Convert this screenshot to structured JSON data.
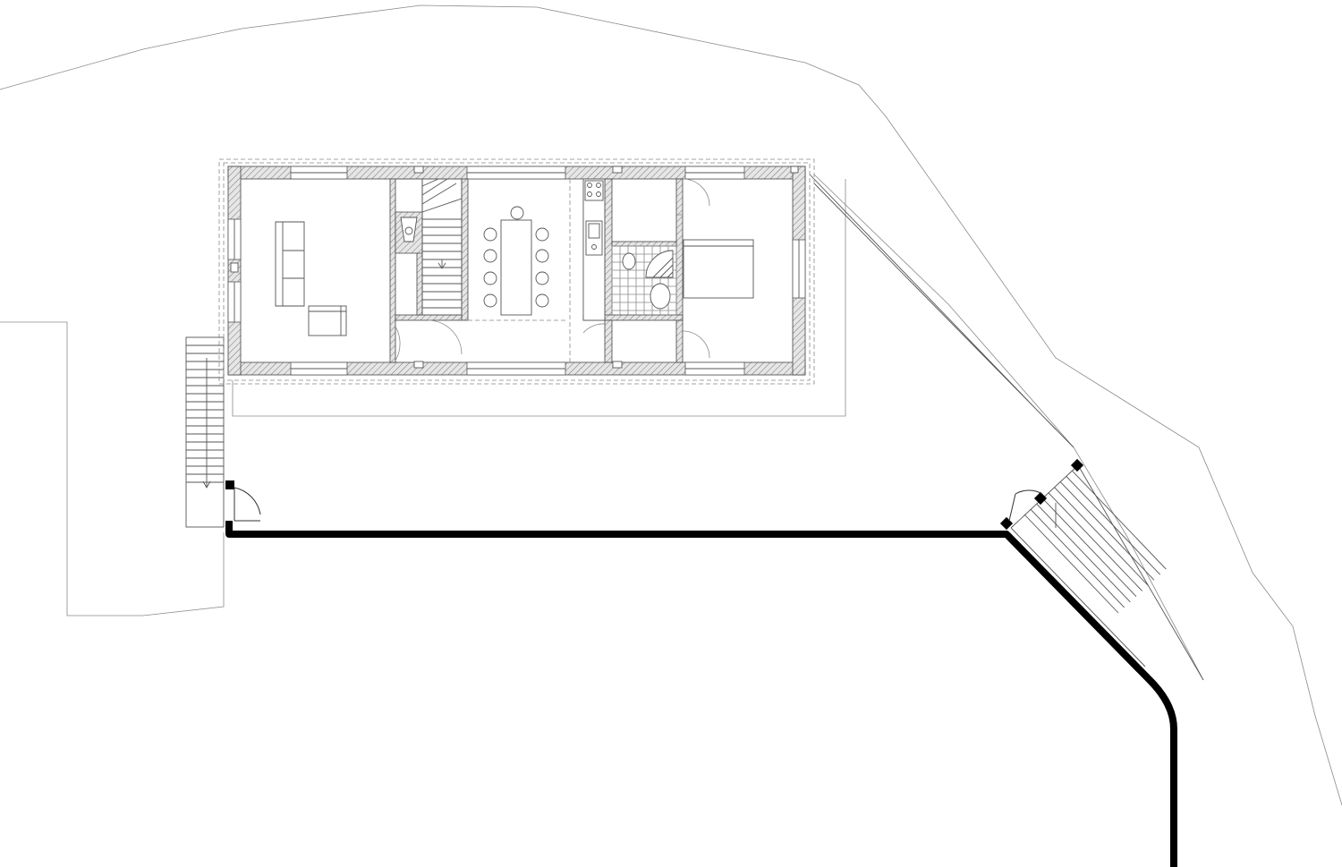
{
  "drawing": {
    "kind": "architectural floor plan",
    "line_color": "#000000",
    "background": "#ffffff",
    "rooms": [
      {
        "name": "living-room",
        "furniture": [
          "sofa",
          "armchair",
          "fireplace"
        ]
      },
      {
        "name": "staircase",
        "furniture": [
          "stairs"
        ]
      },
      {
        "name": "dining-room",
        "furniture": [
          "dining-table",
          "chairs"
        ]
      },
      {
        "name": "kitchen",
        "furniture": [
          "stove",
          "sink",
          "counter"
        ]
      },
      {
        "name": "bathroom",
        "furniture": [
          "shower",
          "toilet",
          "washbasin"
        ]
      },
      {
        "name": "bedroom",
        "furniture": [
          "bed"
        ]
      }
    ],
    "site_elements": [
      "terrain-contour",
      "retaining-wall",
      "exterior-stairs-left",
      "exterior-stairs-right",
      "terrace"
    ]
  }
}
